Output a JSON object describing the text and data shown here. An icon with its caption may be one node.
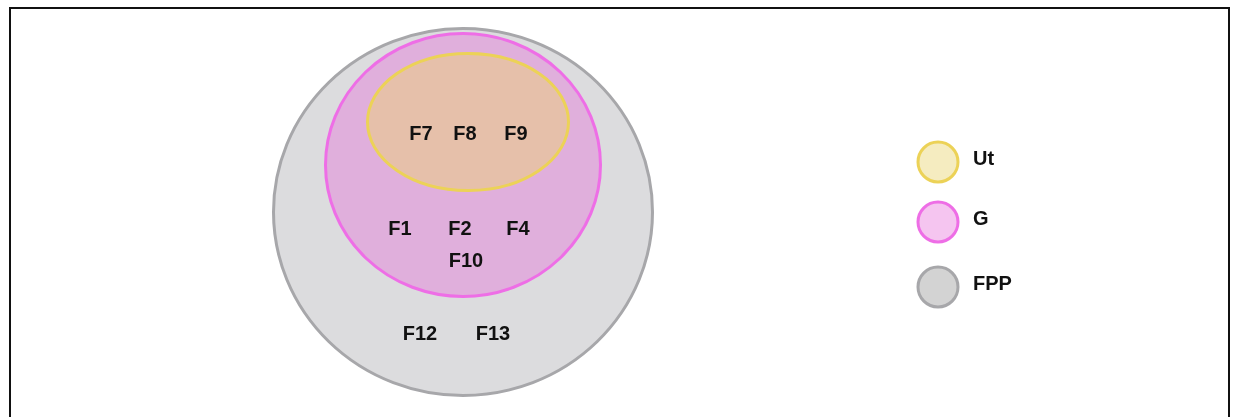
{
  "diagram": {
    "nodes": [
      {
        "text": [
          "F12",
          "F13"
        ]
      },
      {
        "text": [
          "F1",
          "F2",
          "F4",
          "F10"
        ],
        "in": 0
      },
      {
        "text": [
          "F7",
          "F8",
          "F9"
        ],
        "in": 1
      }
    ],
    "legend": [
      {
        "text": "Ut",
        "color": "#f5ecc0"
      },
      {
        "text": "G",
        "color": "#f5c5f0"
      },
      {
        "text": "FPP",
        "color": "#d3d3d3"
      }
    ]
  }
}
